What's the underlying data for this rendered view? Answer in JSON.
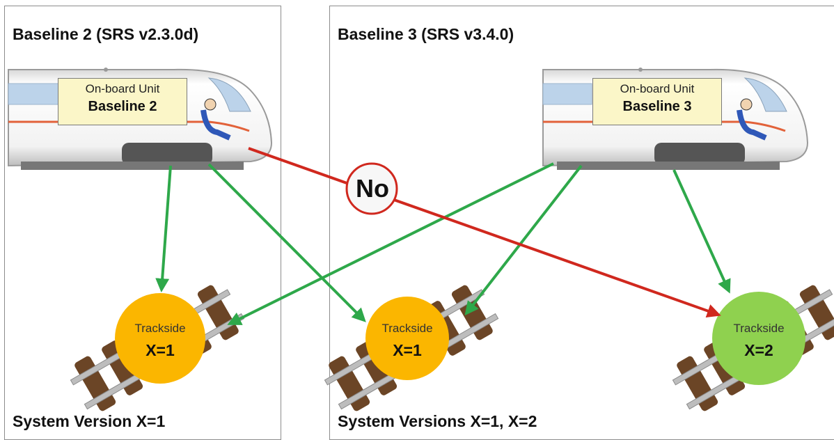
{
  "panels": {
    "left": {
      "title": "Baseline 2 (SRS v2.3.0d)",
      "footer": "System Version X=1"
    },
    "right": {
      "title": "Baseline 3 (SRS v3.4.0)",
      "footer": "System Versions X=1, X=2"
    }
  },
  "trains": [
    {
      "caption": "On-board Unit",
      "baseline": "Baseline 2"
    },
    {
      "caption": "On-board Unit",
      "baseline": "Baseline 3"
    }
  ],
  "tracksides": [
    {
      "caption": "Trackside",
      "x_label": "X=1",
      "color": "#fbb600"
    },
    {
      "caption": "Trackside",
      "x_label": "X=1",
      "color": "#fbb600"
    },
    {
      "caption": "Trackside",
      "x_label": "X=2",
      "color": "#8fd14f"
    }
  ],
  "incompatible_label": "No",
  "colors": {
    "compatible_arrow": "#2ea84a",
    "incompatible_arrow": "#d0281e",
    "no_circle_border": "#d0281e"
  }
}
